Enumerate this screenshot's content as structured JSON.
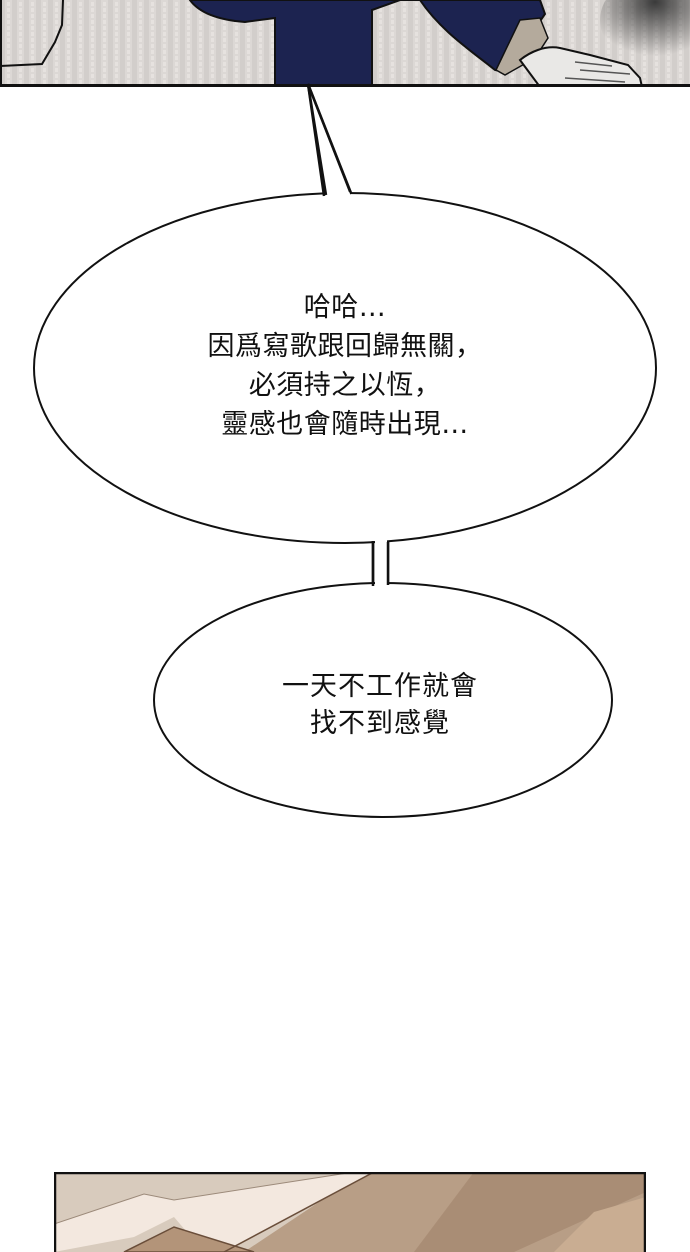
{
  "comic": {
    "top_panel": {
      "description": "Close-up of character sitting: navy pants and white sneaker on gray textured floor",
      "colors": {
        "floor": "#d9d5d2",
        "pants": "#1c2350",
        "sneaker": "#e9e8e6",
        "sock": "#b4aa9c",
        "border": "#111111"
      }
    },
    "speech_bubbles": [
      {
        "id": "bubble-1",
        "lines": [
          "哈哈…",
          "因爲寫歌跟回歸無關，",
          "必須持之以恆，",
          "靈感也會隨時出現…"
        ]
      },
      {
        "id": "bubble-2",
        "lines": [
          "一天不工作就會",
          "找不到感覺"
        ]
      }
    ],
    "bottom_panel": {
      "description": "Beige interior ceiling corner",
      "colors": {
        "ceiling": "#d8cbbd",
        "trim": "#f3e8df",
        "wall": "#b89e86",
        "border": "#111111"
      }
    }
  }
}
